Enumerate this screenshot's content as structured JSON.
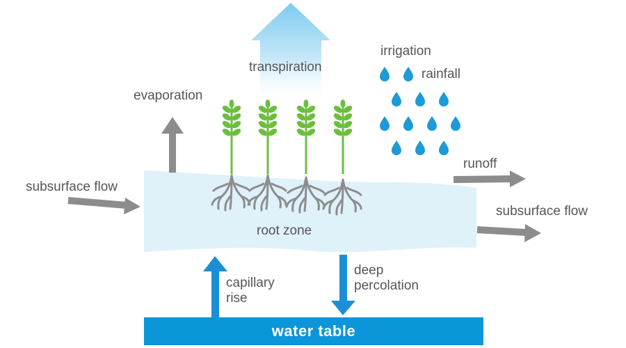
{
  "labels": {
    "transpiration": "transpiration",
    "evaporation": "evaporation",
    "irrigation": "irrigation",
    "rainfall": "rainfall",
    "subsurface_flow_in": "subsurface flow",
    "subsurface_flow_out": "subsurface flow",
    "runoff": "runoff",
    "root_zone": "root zone",
    "capillary_rise_1": "capillary",
    "capillary_rise_2": "rise",
    "deep_percolation_1": "deep",
    "deep_percolation_2": "percolation",
    "water_table": "water table"
  },
  "colors": {
    "arrow_gray": "#8c8c8c",
    "arrow_blue": "#1b8fd6",
    "soil": "#dff1f9",
    "plant_green": "#6cbf3e",
    "root_gray": "#8d8d8d",
    "droplet": "#1e9ad6",
    "water_table": "#0a96d8",
    "transpiration_top": "#7ccaf0",
    "text": "#555555"
  },
  "icons": {
    "plant": "wheat-plant-icon",
    "droplet": "water-droplet-icon"
  }
}
